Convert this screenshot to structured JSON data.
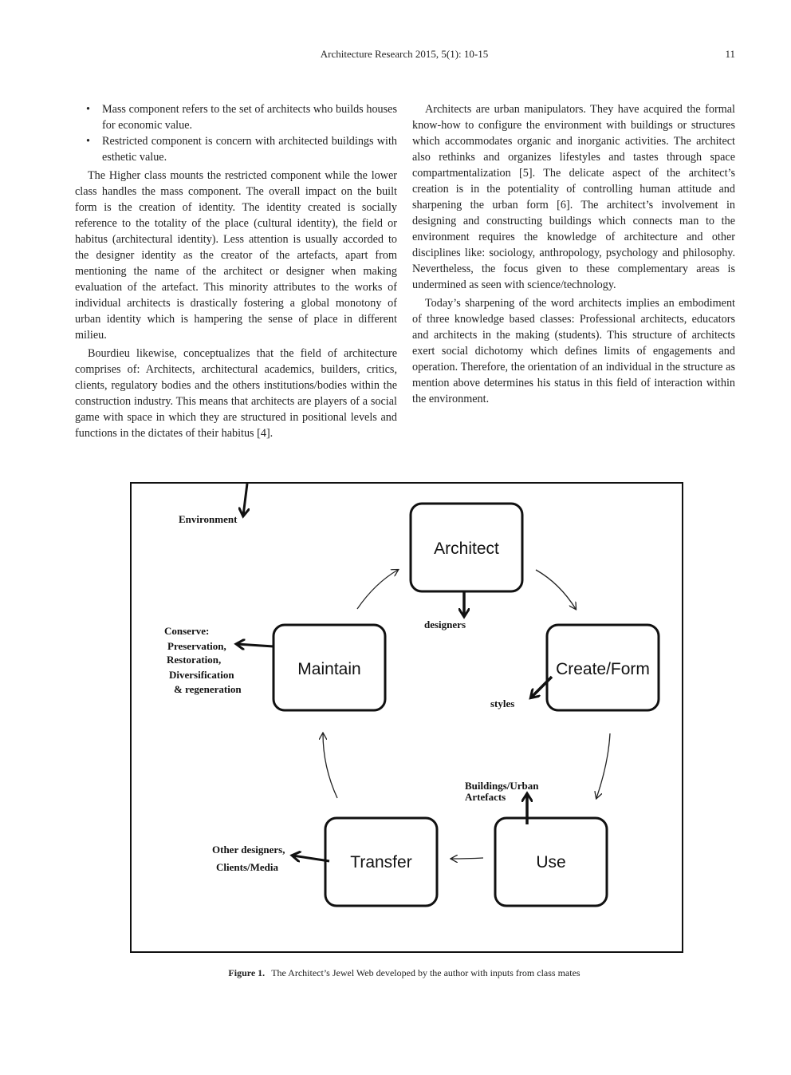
{
  "header": {
    "journal": "Architecture Research 2015, 5(1): 10-15",
    "page_number": "11"
  },
  "left_column": {
    "bullets": [
      "Mass component refers to the set of architects who builds houses for economic value.",
      "Restricted component is concern with architected buildings with esthetic value."
    ],
    "paragraphs": [
      "The Higher class mounts the restricted component while the lower class handles the mass component. The overall impact on the built form is the creation of identity. The identity created is socially reference to the totality of the place (cultural identity), the field or habitus (architectural identity). Less attention is usually accorded to the designer identity as the creator of the artefacts, apart from mentioning the name of the architect or designer when making evaluation of the artefact. This minority attributes to the works of individual architects is drastically fostering a global monotony of urban identity which is hampering the sense of place in different milieu.",
      "Bourdieu likewise, conceptualizes that the field of architecture comprises of: Architects, architectural academics, builders, critics, clients, regulatory bodies and the others institutions/bodies within the construction industry. This means that architects are players of a social game with space in which they are structured in positional levels and functions in the dictates of their habitus [4]."
    ]
  },
  "right_column": {
    "paragraphs": [
      "Architects are urban manipulators. They have acquired the formal know-how to configure the environment with buildings or structures which accommodates organic and inorganic activities. The architect also rethinks and organizes lifestyles and tastes through space compartmentalization [5]. The delicate aspect of the architect’s creation is in the potentiality of controlling human attitude and sharpening the urban form [6]. The architect’s involvement in designing and constructing buildings which connects man to the environment requires the knowledge of architecture and other disciplines like: sociology, anthropology, psychology and philosophy. Nevertheless, the focus given to these complementary areas is undermined as seen with science/technology.",
      "Today’s sharpening of the word architects implies an embodiment of three knowledge based classes: Professional architects, educators and architects in the making (students). This structure of architects exert social dichotomy which defines limits of engagements and operation. Therefore, the orientation of an individual in the structure as mention above determines his status in this field of interaction within the environment."
    ]
  },
  "figure": {
    "nodes": {
      "architect": "Architect",
      "create": "Create/Form",
      "use": "Use",
      "transfer": "Transfer",
      "maintain": "Maintain"
    },
    "labels": {
      "environment": "Environment",
      "designers": "designers",
      "styles": "styles",
      "buildings_1": "Buildings/Urban",
      "buildings_2": "Artefacts",
      "other_1": "Other designers,",
      "other_2": "Clients/Media",
      "conserve": "Conserve:",
      "preservation": "Preservation,",
      "restoration": "Restoration,",
      "diversification": "Diversification",
      "regeneration": "& regeneration"
    },
    "caption_label": "Figure 1.",
    "caption_text": "The Architect’s Jewel Web developed by the author with inputs from class mates"
  }
}
